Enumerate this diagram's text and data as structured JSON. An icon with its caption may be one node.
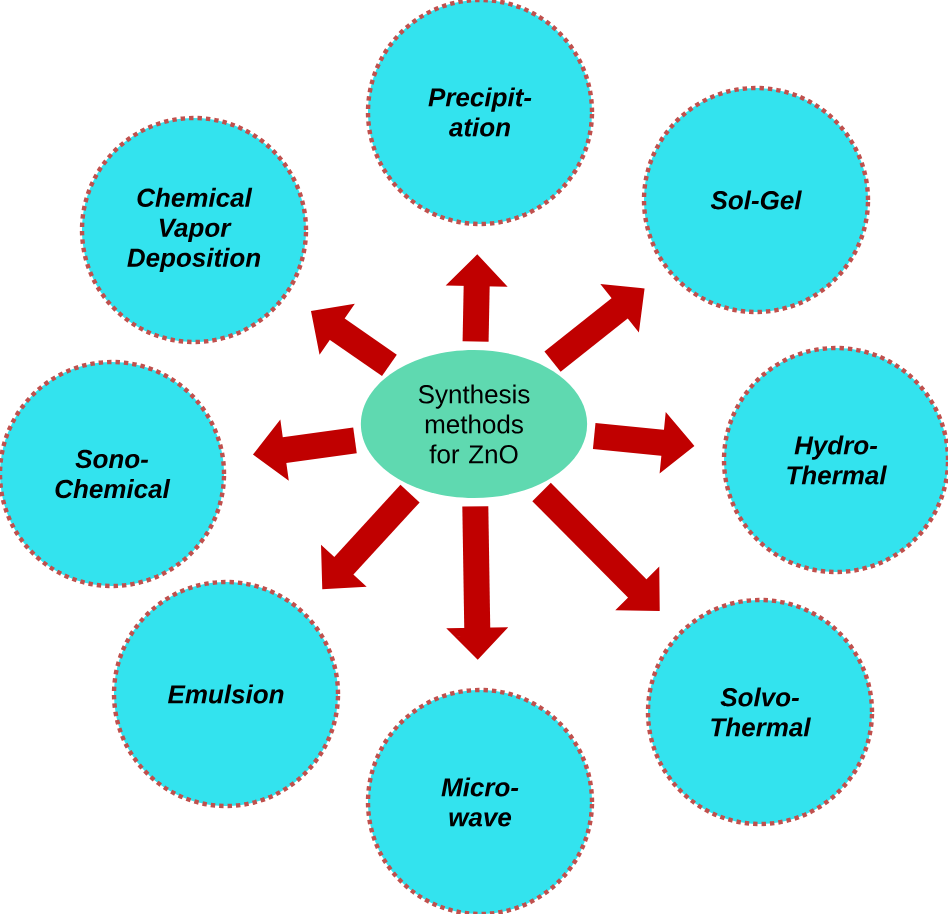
{
  "diagram": {
    "nodes": [
      {
        "text": [
          "Synthesis methods for ZnO"
        ]
      },
      {
        "text": [
          "Precipit- ation"
        ]
      },
      {
        "text": [
          "Sol-Gel"
        ]
      },
      {
        "text": [
          "Hydro- Thermal"
        ]
      },
      {
        "text": [
          "Solvo- Thermal"
        ]
      },
      {
        "text": [
          "Micro- wave"
        ]
      },
      {
        "text": [
          "Emulsion"
        ]
      },
      {
        "text": [
          "Sono- Chemical"
        ]
      },
      {
        "text": [
          "Chemical Vapor Deposition"
        ]
      }
    ],
    "edges": [
      {
        "from": 0,
        "to": 1,
        "arrow": "to"
      },
      {
        "from": 0,
        "to": 2,
        "arrow": "to"
      },
      {
        "from": 0,
        "to": 3,
        "arrow": "to"
      },
      {
        "from": 0,
        "to": 4,
        "arrow": "to"
      },
      {
        "from": 0,
        "to": 5,
        "arrow": "to"
      },
      {
        "from": 0,
        "to": 6,
        "arrow": "to"
      },
      {
        "from": 0,
        "to": 7,
        "arrow": "to"
      },
      {
        "from": 0,
        "to": 8,
        "arrow": "to"
      }
    ]
  }
}
